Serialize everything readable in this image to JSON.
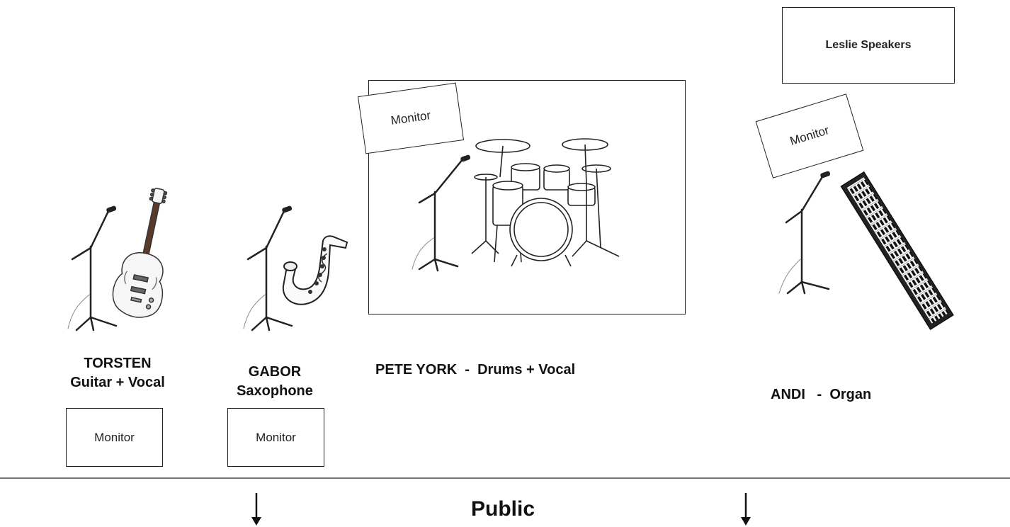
{
  "diagram": {
    "musicians": [
      {
        "name": "TORSTEN",
        "role": "Guitar + Vocal"
      },
      {
        "name": "GABOR",
        "role": "Saxophone"
      },
      {
        "name": "PETE YORK  -  Drums + Vocal"
      },
      {
        "name": "ANDI   -  Organ"
      }
    ],
    "monitor_label": "Monitor",
    "leslie_label": "Leslie Speakers",
    "audience_label": "Public",
    "icons": [
      "microphone-stand-icon",
      "electric-guitar-icon",
      "saxophone-icon",
      "drum-kit-icon",
      "keyboard-icon",
      "down-arrow-icon"
    ]
  }
}
